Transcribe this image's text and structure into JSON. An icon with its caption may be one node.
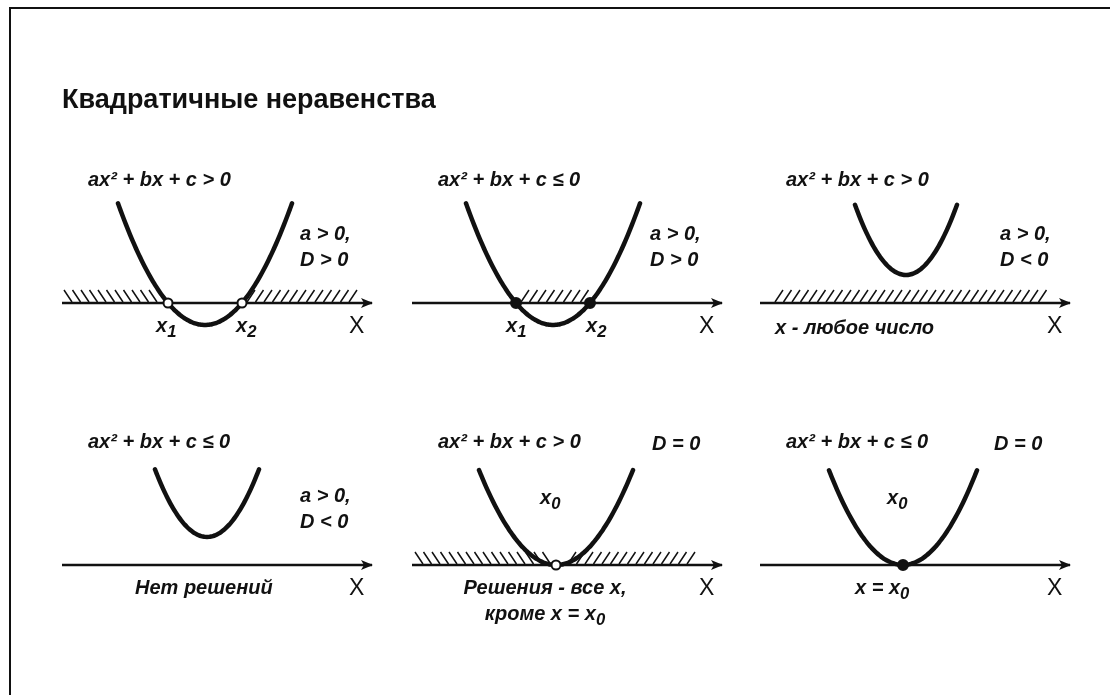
{
  "diagram": {
    "title": "Квадратичные неравенства",
    "labels": [
      "ax² + bx + c > 0",
      "a > 0, D > 0",
      "x$_{1}$",
      "x$_{2}$",
      "X",
      "ax² + bx + c ≤ 0",
      "a > 0, D > 0",
      "x$_{1}$",
      "x$_{2}$",
      "X",
      "ax² + bx + c > 0",
      "a > 0, D < 0",
      "x - любое число",
      "X",
      "ax² + bx + c ≤ 0",
      "a > 0, D < 0",
      "Нет решений",
      "X",
      "ax² + bx + c > 0",
      "D = 0",
      "x$_{0}$",
      "Решения - все x, кроме x = x$_{0}$",
      "X",
      "ax² + bx + c ≤ 0",
      "D = 0",
      "x$_{0}$",
      "x = x$_{0}$",
      "X"
    ]
  }
}
